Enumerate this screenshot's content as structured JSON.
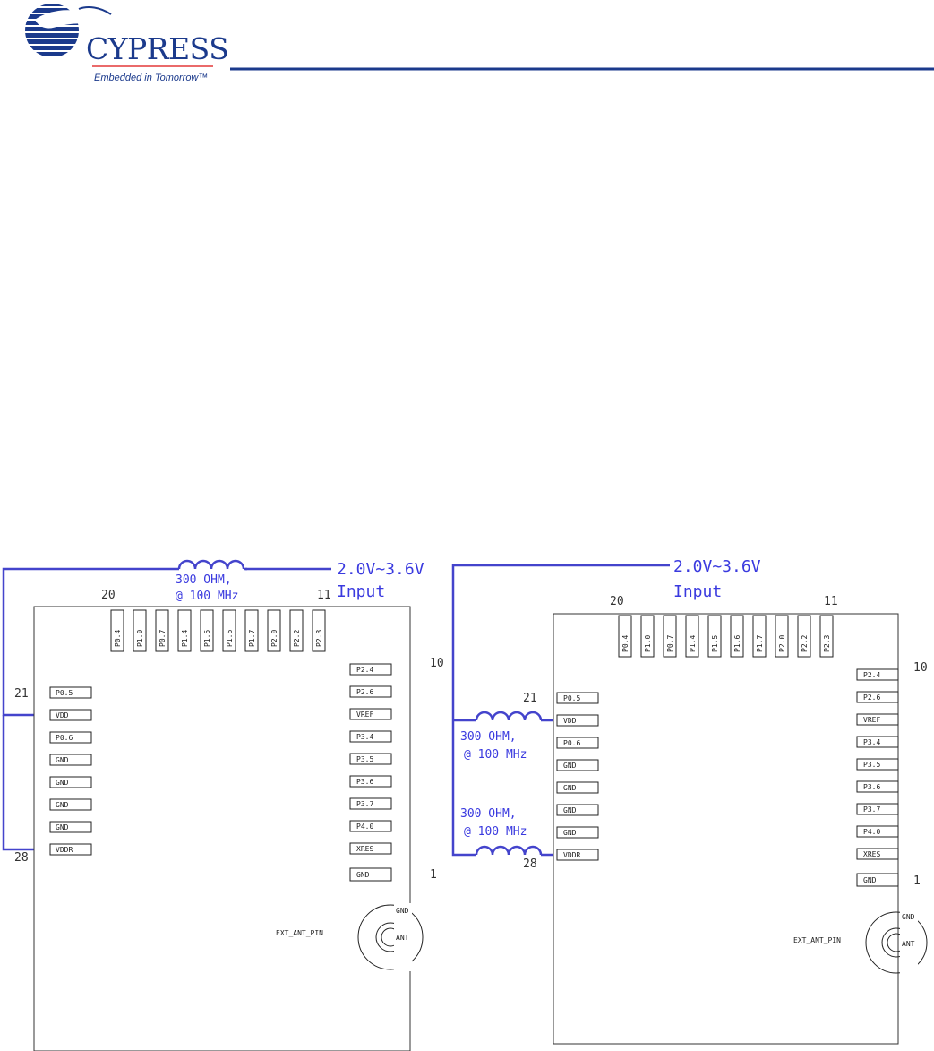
{
  "header": {
    "brand": "CYPRESS",
    "tagline": "Embedded in Tomorrow™",
    "colors": {
      "brand_blue": "#1b3a8c",
      "rule_blue": "#1b3a8c",
      "wire_blue": "#4444cc",
      "label_blue": "#3a3adf"
    }
  },
  "schematics": [
    {
      "voltage": "2.0V~3.6V",
      "input": "Input",
      "inductors": [
        {
          "ohm": "300 OHM,",
          "freq": "@ 100 MHz"
        }
      ],
      "pin_numbers": {
        "top_left": "20",
        "top_right": "11",
        "right_top": "10",
        "right_bottom": "1",
        "left_top": "21",
        "left_bottom": "28"
      },
      "top_pins": [
        "P0.4",
        "P1.0",
        "P0.7",
        "P1.4",
        "P1.5",
        "P1.6",
        "P1.7",
        "P2.0",
        "P2.2",
        "P2.3"
      ],
      "left_pins": [
        "P0.5",
        "VDD",
        "P0.6",
        "GND",
        "GND",
        "GND",
        "GND",
        "VDDR"
      ],
      "right_pins": [
        "P2.4",
        "P2.6",
        "VREF",
        "P3.4",
        "P3.5",
        "P3.6",
        "P3.7",
        "P4.0",
        "XRES",
        "GND"
      ],
      "antenna": {
        "gnd": "GND",
        "ant": "ANT",
        "label": "EXT_ANT_PIN"
      }
    },
    {
      "voltage": "2.0V~3.6V",
      "input": "Input",
      "inductors": [
        {
          "ohm": "300 OHM,",
          "freq": "@ 100 MHz"
        },
        {
          "ohm": "300 OHM,",
          "freq": "@ 100 MHz"
        }
      ],
      "pin_numbers": {
        "top_left": "20",
        "top_right": "11",
        "right_top": "10",
        "right_bottom": "1",
        "left_top": "21",
        "left_bottom": "28"
      },
      "top_pins": [
        "P0.4",
        "P1.0",
        "P0.7",
        "P1.4",
        "P1.5",
        "P1.6",
        "P1.7",
        "P2.0",
        "P2.2",
        "P2.3"
      ],
      "left_pins": [
        "P0.5",
        "VDD",
        "P0.6",
        "GND",
        "GND",
        "GND",
        "GND",
        "VDDR"
      ],
      "right_pins": [
        "P2.4",
        "P2.6",
        "VREF",
        "P3.4",
        "P3.5",
        "P3.6",
        "P3.7",
        "P4.0",
        "XRES",
        "GND"
      ],
      "antenna": {
        "gnd": "GND",
        "ant": "ANT",
        "label": "EXT_ANT_PIN"
      }
    }
  ]
}
